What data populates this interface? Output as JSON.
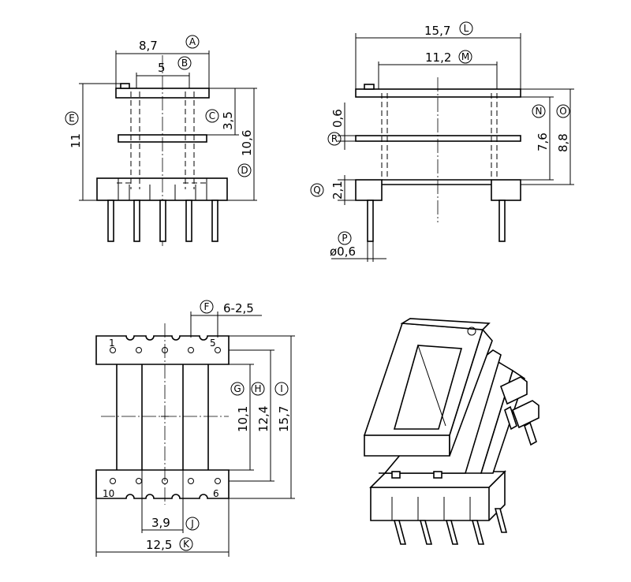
{
  "front_view": {
    "dims": {
      "a": "8,7",
      "b": "5",
      "c": "3,5",
      "d": "10,6",
      "e": "11"
    },
    "labels": {
      "a": "A",
      "b": "B",
      "c": "C",
      "d": "D",
      "e": "E"
    }
  },
  "side_view": {
    "dims": {
      "l": "15,7",
      "m": "11,2",
      "n": "7,6",
      "o": "8,8",
      "r": "0,6",
      "q": "2,1",
      "p": "ø0,6"
    },
    "labels": {
      "l": "L",
      "m": "M",
      "n": "N",
      "o": "O",
      "r": "R",
      "q": "Q",
      "p": "P"
    }
  },
  "bottom_view": {
    "dims": {
      "f": "6-2,5",
      "g": "10,1",
      "h": "12,4",
      "i": "15,7",
      "j": "3,9",
      "k": "12,5"
    },
    "labels": {
      "f": "F",
      "g": "G",
      "h": "H",
      "i": "I",
      "j": "J",
      "k": "K"
    },
    "pins": {
      "p1": "1",
      "p5": "5",
      "p10": "10",
      "p6": "6"
    }
  }
}
